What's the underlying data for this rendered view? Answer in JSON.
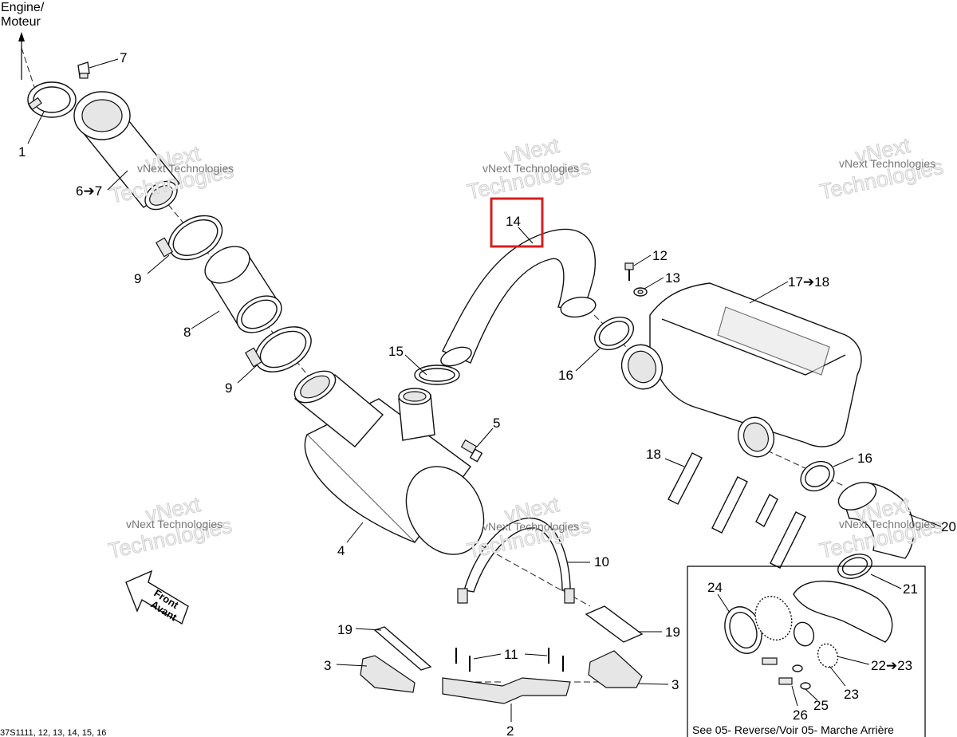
{
  "header": {
    "engine_line1": "Engine/",
    "engine_line2": "Moteur"
  },
  "front_arrow": {
    "line1": "Front",
    "line2": "Avant"
  },
  "watermark": {
    "small": "vNext Technologies",
    "big": "Technologies",
    "big_v": "vNext"
  },
  "callouts": {
    "c1": "1",
    "c7": "7",
    "c6_7": "6➔7",
    "c9a": "9",
    "c9b": "9",
    "c8": "8",
    "c14": "14",
    "c12": "12",
    "c13": "13",
    "c17_18": "17➔18",
    "c15": "15",
    "c16a": "16",
    "c5": "5",
    "c18": "18",
    "c16b": "16",
    "c20": "20",
    "c4": "4",
    "c10": "10",
    "c21": "21",
    "c24": "24",
    "c19a": "19",
    "c19b": "19",
    "c11": "11",
    "c3a": "3",
    "c3b": "3",
    "c2": "2",
    "c22_23": "22➔23",
    "c23": "23",
    "c25": "25",
    "c26": "26"
  },
  "footer": {
    "code": "37S1111, 12, 13, 14, 15, 16",
    "inset_note": "See 05- Reverse/Voir 05- Marche Arrière"
  },
  "colors": {
    "highlight": "#d42020",
    "line": "#000000",
    "watermark": "#777777"
  }
}
